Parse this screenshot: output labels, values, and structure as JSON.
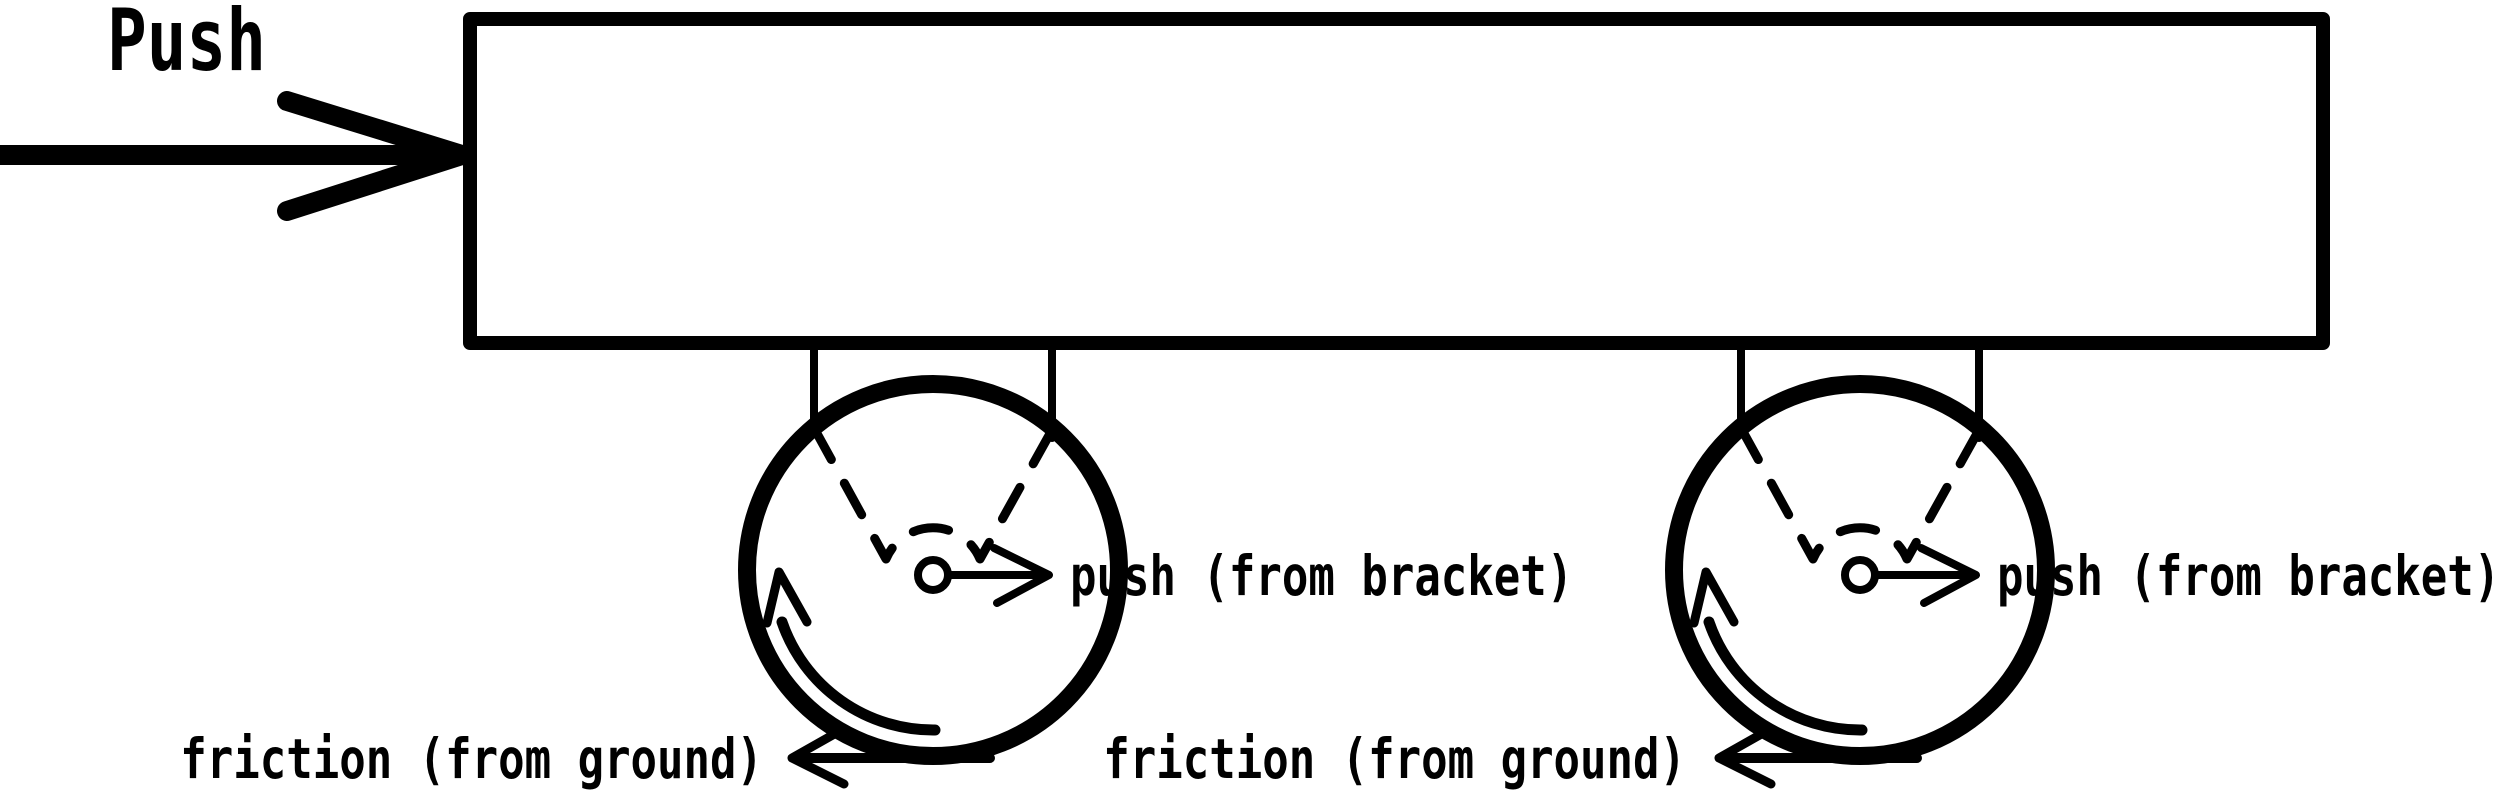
{
  "colors": {
    "ink": "#000000",
    "background": "#ffffff"
  },
  "diagram": {
    "type": "physics-force-diagram-cart-with-caster-wheels",
    "push_force": {
      "label": "Push"
    },
    "wheels": [
      {
        "push_label": "push (from bracket)",
        "friction_label": "friction (from ground)"
      },
      {
        "push_label": "push (from bracket)",
        "friction_label": "friction (from ground)"
      }
    ]
  }
}
